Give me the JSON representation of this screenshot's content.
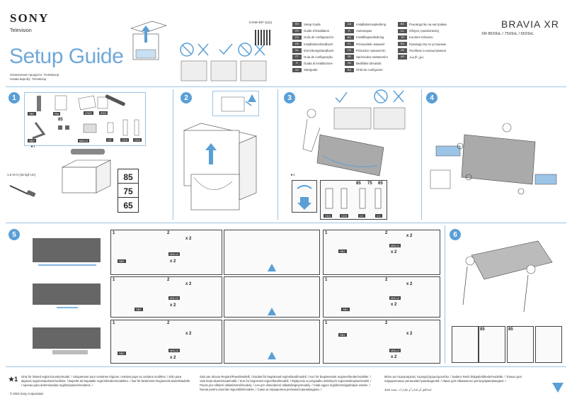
{
  "header": {
    "brand_logo": "SONY",
    "product": "Television",
    "title": "Setup Guide",
    "subtitle_lines": [
      "Назначение продукта: Телевизор",
      "Назва виробу: Телевізор"
    ],
    "part_number": "5-049-497-11(1)",
    "series": "BRAVIA XR",
    "models": "XR-85X9xL / 75X9xL / 65X9xL"
  },
  "languages": {
    "col1": [
      {
        "code": "EN",
        "label": "Setup Guide"
      },
      {
        "code": "FR",
        "label": "Guide d'installation"
      },
      {
        "code": "ES",
        "label": "Guía de configuración"
      },
      {
        "code": "DE",
        "label": "Installationshandbuch"
      },
      {
        "code": "NL",
        "label": "Einrichtungshandbuch"
      },
      {
        "code": "PT",
        "label": "Guia de configuração"
      },
      {
        "code": "IT",
        "label": "Guida di installazione"
      },
      {
        "code": "SV",
        "label": "Startguide"
      }
    ],
    "col2": [
      {
        "code": "DA",
        "label": "Installationsvejledning"
      },
      {
        "code": "FI",
        "label": "Asetusopas"
      },
      {
        "code": "NO",
        "label": "Innstillingsveiledning"
      },
      {
        "code": "PL",
        "label": "Przewodnik ustawień"
      },
      {
        "code": "CS",
        "label": "Průvodce nastavením"
      },
      {
        "code": "SK",
        "label": "Sprievodca nastavením"
      },
      {
        "code": "HU",
        "label": "Beállítási útmutató"
      },
      {
        "code": "RO",
        "label": "Ghid de configurare"
      }
    ],
    "col3": [
      {
        "code": "BG",
        "label": "Ръководство за настройка"
      },
      {
        "code": "EL",
        "label": "Οδηγός εγκατάστασης"
      },
      {
        "code": "TR",
        "label": "Kurulum Kılavuzu"
      },
      {
        "code": "RU",
        "label": "Руководство по установке"
      },
      {
        "code": "UK",
        "label": "Посібник із налаштування"
      },
      {
        "code": "AR",
        "label": "دليل الإعداد"
      }
    ]
  },
  "steps": {
    "s1": "1",
    "s2": "2",
    "s3": "3",
    "s4": "4",
    "s5": "5",
    "s6": "6"
  },
  "step1": {
    "parts": [
      "SB1",
      "RM",
      "LR03",
      "IR03",
      "SB2",
      "CP",
      "CD3",
      "CD4"
    ],
    "screw_count": "85",
    "screw_label": "M5L12",
    "torque": "1.5 N·m {15 kgf·cm}",
    "footnote_mark": "★1",
    "sizes": [
      "85",
      "75",
      "65"
    ]
  },
  "step3": {
    "footnote_mark": "★1",
    "parts": [
      "CD4",
      "CD3",
      "CC",
      "CC"
    ],
    "sizes": [
      "85",
      "75",
      "65"
    ]
  },
  "step5": {
    "rows": [
      {
        "sub1": "1",
        "sub2": "2",
        "part": "SB2",
        "x2a": "x 2",
        "screw": "M5L12",
        "x2b": "x 2"
      },
      {
        "sub1": "1",
        "sub2": "2",
        "part": "SB2",
        "x2a": "x 2",
        "screw": "M5L12",
        "x2b": "x 2"
      },
      {
        "sub1": "1",
        "sub2": "2",
        "part": "SB2",
        "x2a": "x 2",
        "screw": "M5L12",
        "x2b": "x 2"
      }
    ],
    "right_rows": [
      {
        "sub1": "1",
        "sub2": "2",
        "part": "SB1",
        "x2a": "x 2",
        "screw": "M5L12",
        "x2b": "x 2"
      },
      {
        "sub1": "1",
        "sub2": "2",
        "part": "SB1",
        "x2a": "x 2",
        "screw": "M5L12",
        "x2b": "x 2"
      },
      {
        "sub1": "1",
        "sub2": "2",
        "part": "SB1",
        "x2a": "x 2",
        "screw": "M5L12",
        "x2b": "x 2"
      }
    ]
  },
  "step6": {
    "sizes": [
      "85",
      "85"
    ]
  },
  "footer": {
    "mark": "★1",
    "col1": "Only for limited region/country/model. / Uniquement pour certaines régions, certains pays ou certains modèles. / Sólo para algunas regiones/países/modelos. / Beperkt tot bepaalde regio's/landen/modellen. / Nur für bestimmte Regionen/Länder/Modelle. / Apenas para determinadas regiões/países/modelos. /",
    "col2": "Solo per alcune Regioni/Paesi/Modelli. / Endast för begränsad region/land/modell. / Kun for begrænsede regioner/lande/modeller. / Vain tietyt alueet/maat/mallit. / Kun for begrenset region/land/modell. / Wyłącznie w przypadku niektórych regionów/krajów/modeli. / Pouze pro některé oblasti/země/modely. / Len pre obmedzené oblasti/krajiny/modely. / Csak egyes régiók/országok/típus esetén. / Numai pentru anumite regiuni/țări/modele. / Само за определени региони/страни/модели. /",
    "col3": "Μόνο για περιορισμένες περιοχές/χώρες/μοντέλα. / Sadece kısıtlı bölgede/ülkede/modelde. / Только для определенных регионов/стран/моделей. / Лише для обмеженого регіону/країни/моделі. /",
    "col3_ar": "لمناطق أو بلدان أو طرازات معينة فقط",
    "copyright": "© 2023 Sony Corporation"
  },
  "colors": {
    "accent": "#5a9fd6",
    "title": "#6fa8d8",
    "line": "#9cc4e6"
  }
}
